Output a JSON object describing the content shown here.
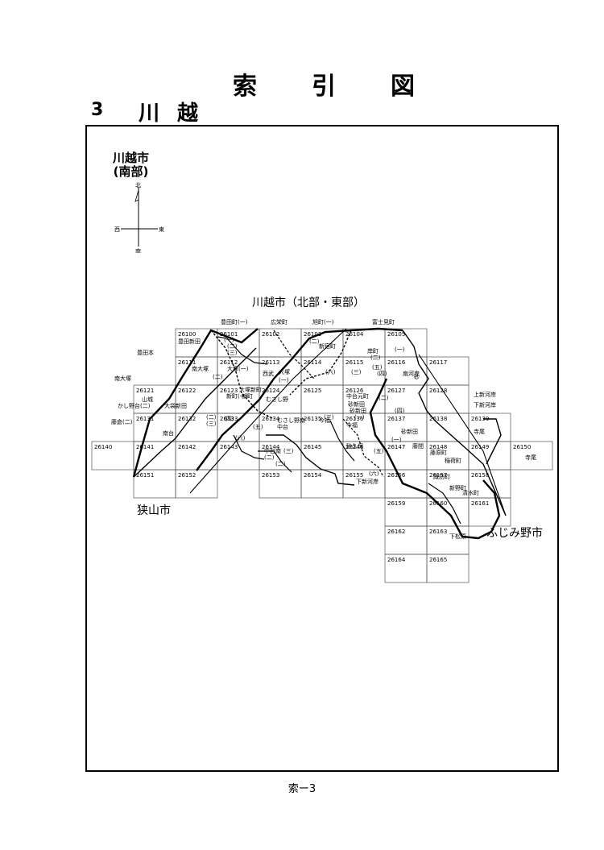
{
  "title": {
    "chars": [
      "索",
      "引",
      "図"
    ]
  },
  "section": {
    "number": "3",
    "name": "川越"
  },
  "city": {
    "line1": "川越市",
    "line2": "(南部)"
  },
  "compass": {
    "north": "北",
    "south": "南",
    "east": "東",
    "west": "西"
  },
  "regions": {
    "north_east_label": "川越市（北部・東部）",
    "sayama": "狭山市",
    "fujimino": "ふじみ野市"
  },
  "grid_sheets": [
    {
      "id": "26100",
      "sub": "豊田新田"
    },
    {
      "id": "26101"
    },
    {
      "id": "26102"
    },
    {
      "id": "26103"
    },
    {
      "id": "26104"
    },
    {
      "id": "26105"
    },
    {
      "id": "26111"
    },
    {
      "id": "26112"
    },
    {
      "id": "26113"
    },
    {
      "id": "26114"
    },
    {
      "id": "26115"
    },
    {
      "id": "26116"
    },
    {
      "id": "26117"
    },
    {
      "id": "26121"
    },
    {
      "id": "26122"
    },
    {
      "id": "26123"
    },
    {
      "id": "26124"
    },
    {
      "id": "26125"
    },
    {
      "id": "26126"
    },
    {
      "id": "26127"
    },
    {
      "id": "26128"
    },
    {
      "id": "26131"
    },
    {
      "id": "26132"
    },
    {
      "id": "26133"
    },
    {
      "id": "26134"
    },
    {
      "id": "26135"
    },
    {
      "id": "26136"
    },
    {
      "id": "26137"
    },
    {
      "id": "26138"
    },
    {
      "id": "26139"
    },
    {
      "id": "26140"
    },
    {
      "id": "26141"
    },
    {
      "id": "26142"
    },
    {
      "id": "26143"
    },
    {
      "id": "26144"
    },
    {
      "id": "26145"
    },
    {
      "id": "26146"
    },
    {
      "id": "26147"
    },
    {
      "id": "26148"
    },
    {
      "id": "26149"
    },
    {
      "id": "26150"
    },
    {
      "id": "26151"
    },
    {
      "id": "26152"
    },
    {
      "id": "26153"
    },
    {
      "id": "26154"
    },
    {
      "id": "26155"
    },
    {
      "id": "26156"
    },
    {
      "id": "26157"
    },
    {
      "id": "26158"
    },
    {
      "id": "26159"
    },
    {
      "id": "26160"
    },
    {
      "id": "26161"
    },
    {
      "id": "26162"
    },
    {
      "id": "26163"
    },
    {
      "id": "26164"
    },
    {
      "id": "26165"
    }
  ],
  "outside_labels": [
    "豊田町(一)",
    "広栄町",
    "旭町(一)",
    "富士見町",
    "豊田本",
    "南大塚",
    "山城",
    "かし野台(二)",
    "藤倉(二)",
    "上新河岸",
    "下新河岸",
    "寺尾"
  ],
  "inside_labels": [
    "(一)",
    "(二)",
    "(三)",
    "新宿町",
    "(二)",
    "岸町",
    "(二)",
    "(一)",
    "扇河岸",
    "砂",
    "南大塚",
    "大塚(一)",
    "(二)",
    "西武",
    "大塚",
    "(一)",
    "(四)",
    "(六)",
    "(三)",
    "(五)",
    "大塚新町",
    "新町",
    "新町(一)",
    "むさし野",
    "中台元町",
    "砂新田",
    "砂新田",
    "(二)",
    "(四)",
    "大袋新田",
    "南台",
    "(三)",
    "(四)",
    "(五)",
    "(六)",
    "むさし野南",
    "中台",
    "今福",
    "(一)",
    "今福",
    "(二)",
    "(三)",
    "中台南",
    "(三)",
    "(二)",
    "(一)",
    "(二)",
    "砂久保",
    "(五)",
    "藤間",
    "藤原町",
    "寺尾",
    "砂新田",
    "稲荷町",
    "諏訪町",
    "下新河岸",
    "(六)",
    "清水町",
    "新野町",
    "下松原"
  ],
  "page_number": "索ー3"
}
